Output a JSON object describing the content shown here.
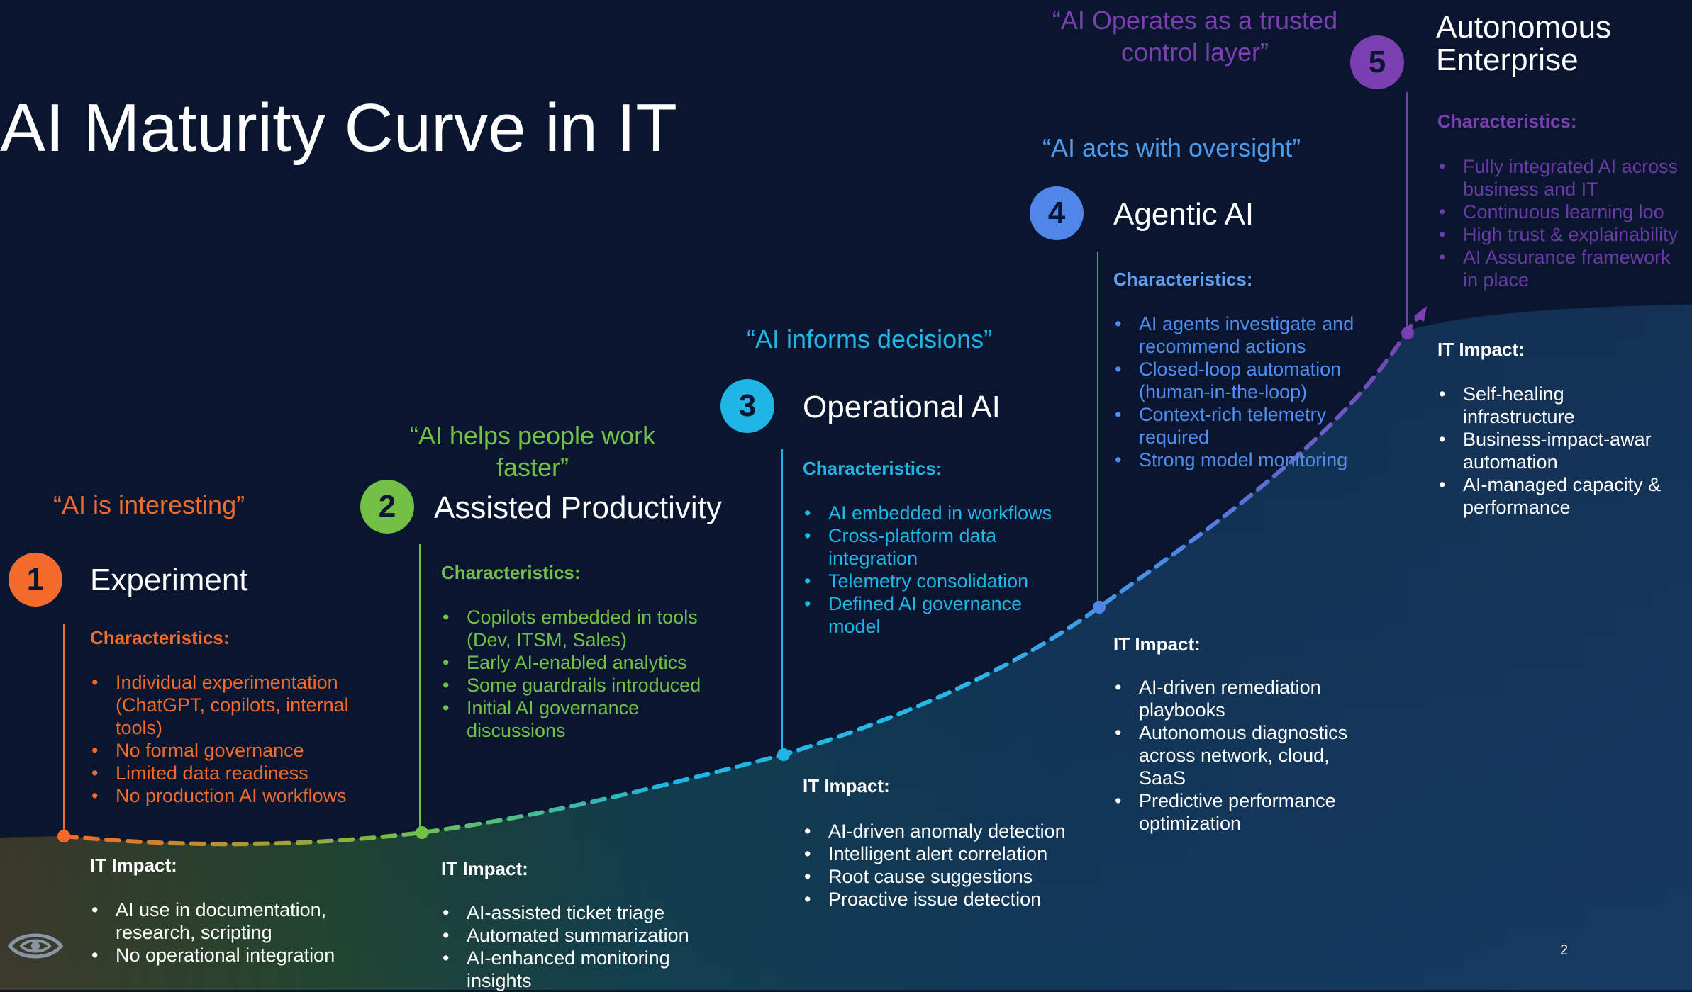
{
  "title": "AI Maturity Curve in IT",
  "page_number": "2",
  "logo_icon": "eye-logo-icon",
  "colors": {
    "background": "#0a1630",
    "stage1": "#f26b2a",
    "stage2": "#72c046",
    "stage3": "#1fb5e5",
    "stage4": "#4f86e8",
    "stage5": "#7a3fb0"
  },
  "stages": [
    {
      "number": "1",
      "name": "Experiment",
      "quote": "“AI is interesting”",
      "characteristics_label": "Characteristics:",
      "characteristics": [
        "Individual experimentation (ChatGPT, copilots, internal tools)",
        "No formal governance",
        "Limited data readiness",
        "No production AI workflows"
      ],
      "impact_label": "IT Impact:",
      "impact": [
        "AI use in documentation, research, scripting",
        "No operational integration"
      ]
    },
    {
      "number": "2",
      "name": "Assisted Productivity",
      "quote": "“AI helps people work faster”",
      "characteristics_label": "Characteristics:",
      "characteristics": [
        "Copilots embedded in tools (Dev, ITSM, Sales)",
        "Early AI-enabled analytics",
        "Some guardrails introduced",
        "Initial AI governance discussions"
      ],
      "impact_label": "IT Impact:",
      "impact": [
        "AI-assisted ticket triage",
        "Automated summarization",
        "AI-enhanced monitoring insights"
      ]
    },
    {
      "number": "3",
      "name": "Operational AI",
      "quote": "“AI informs decisions”",
      "characteristics_label": "Characteristics:",
      "characteristics": [
        "AI embedded in workflows",
        "Cross-platform data integration",
        "Telemetry consolidation",
        "Defined AI governance model"
      ],
      "impact_label": "IT Impact:",
      "impact": [
        "AI-driven anomaly detection",
        "Intelligent alert correlation",
        "Root cause suggestions",
        "Proactive issue detection"
      ]
    },
    {
      "number": "4",
      "name": "Agentic AI",
      "quote": "“AI acts with oversight”",
      "characteristics_label": "Characteristics:",
      "characteristics": [
        "AI agents investigate and recommend actions",
        "Closed-loop automation (human-in-the-loop)",
        "Context-rich telemetry required",
        "Strong model monitoring"
      ],
      "impact_label": "IT Impact:",
      "impact": [
        "AI-driven remediation playbooks",
        "Autonomous diagnostics across network, cloud, SaaS",
        "Predictive performance optimization"
      ]
    },
    {
      "number": "5",
      "name": "Autonomous Enterprise",
      "quote": "“AI Operates as a trusted control layer”",
      "characteristics_label": "Characteristics:",
      "characteristics": [
        "Fully integrated AI across business and IT",
        "Continuous learning loo",
        "High trust & explainability",
        "AI Assurance framework in place"
      ],
      "impact_label": "IT Impact:",
      "impact": [
        "Self-healing infrastructure",
        "Business-impact-awar automation",
        "AI-managed capacity & performance"
      ]
    }
  ]
}
